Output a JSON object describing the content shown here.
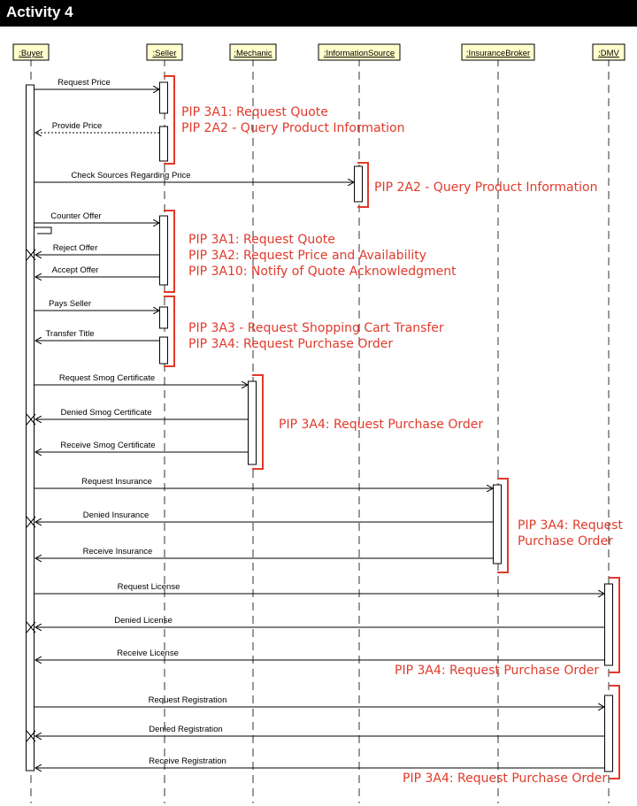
{
  "title": "Activity 4",
  "lifelines": [
    ":Buyer",
    ":Seller",
    ":Mechanic",
    ":InformationSource",
    ":InsuranceBroker",
    ":DMV"
  ],
  "messages": [
    "Request Price",
    "Provide Price",
    "Check Sources Regarding Price",
    "Counter Offer",
    "Reject Offer",
    "Accept Offer",
    "Pays Seller",
    "Transfer Title",
    "Request Smog Certificate",
    "Denied Smog Certificate",
    "Receive Smog Certificate",
    "Request Insurance",
    "Denied Insurance",
    "Receive Insurance",
    "Request License",
    "Denied License",
    "Receive License",
    "Request Registration",
    "Denied Registration",
    "Receive Registration"
  ],
  "notes": [
    "PIP 3A1: Request Quote",
    "PIP 2A2 - Query Product Information",
    "PIP 2A2 - Query Product Information",
    "PIP 3A1: Request Quote",
    "PIP 3A2: Request Price and Availability",
    "PIP 3A10: Notify of Quote Acknowledgment",
    "PIP 3A3 - Request Shopping Cart Transfer",
    "PIP 3A4: Request Purchase Order",
    "PIP 3A4: Request Purchase Order",
    "PIP 3A4: Request",
    "Purchase Order",
    "PIP 3A4: Request Purchase Order",
    "PIP 3A4: Request Purchase Order"
  ],
  "colors": {
    "annotation": "#e03a2b",
    "header_fill": "#ffffcc",
    "title_bar": "#000000"
  }
}
